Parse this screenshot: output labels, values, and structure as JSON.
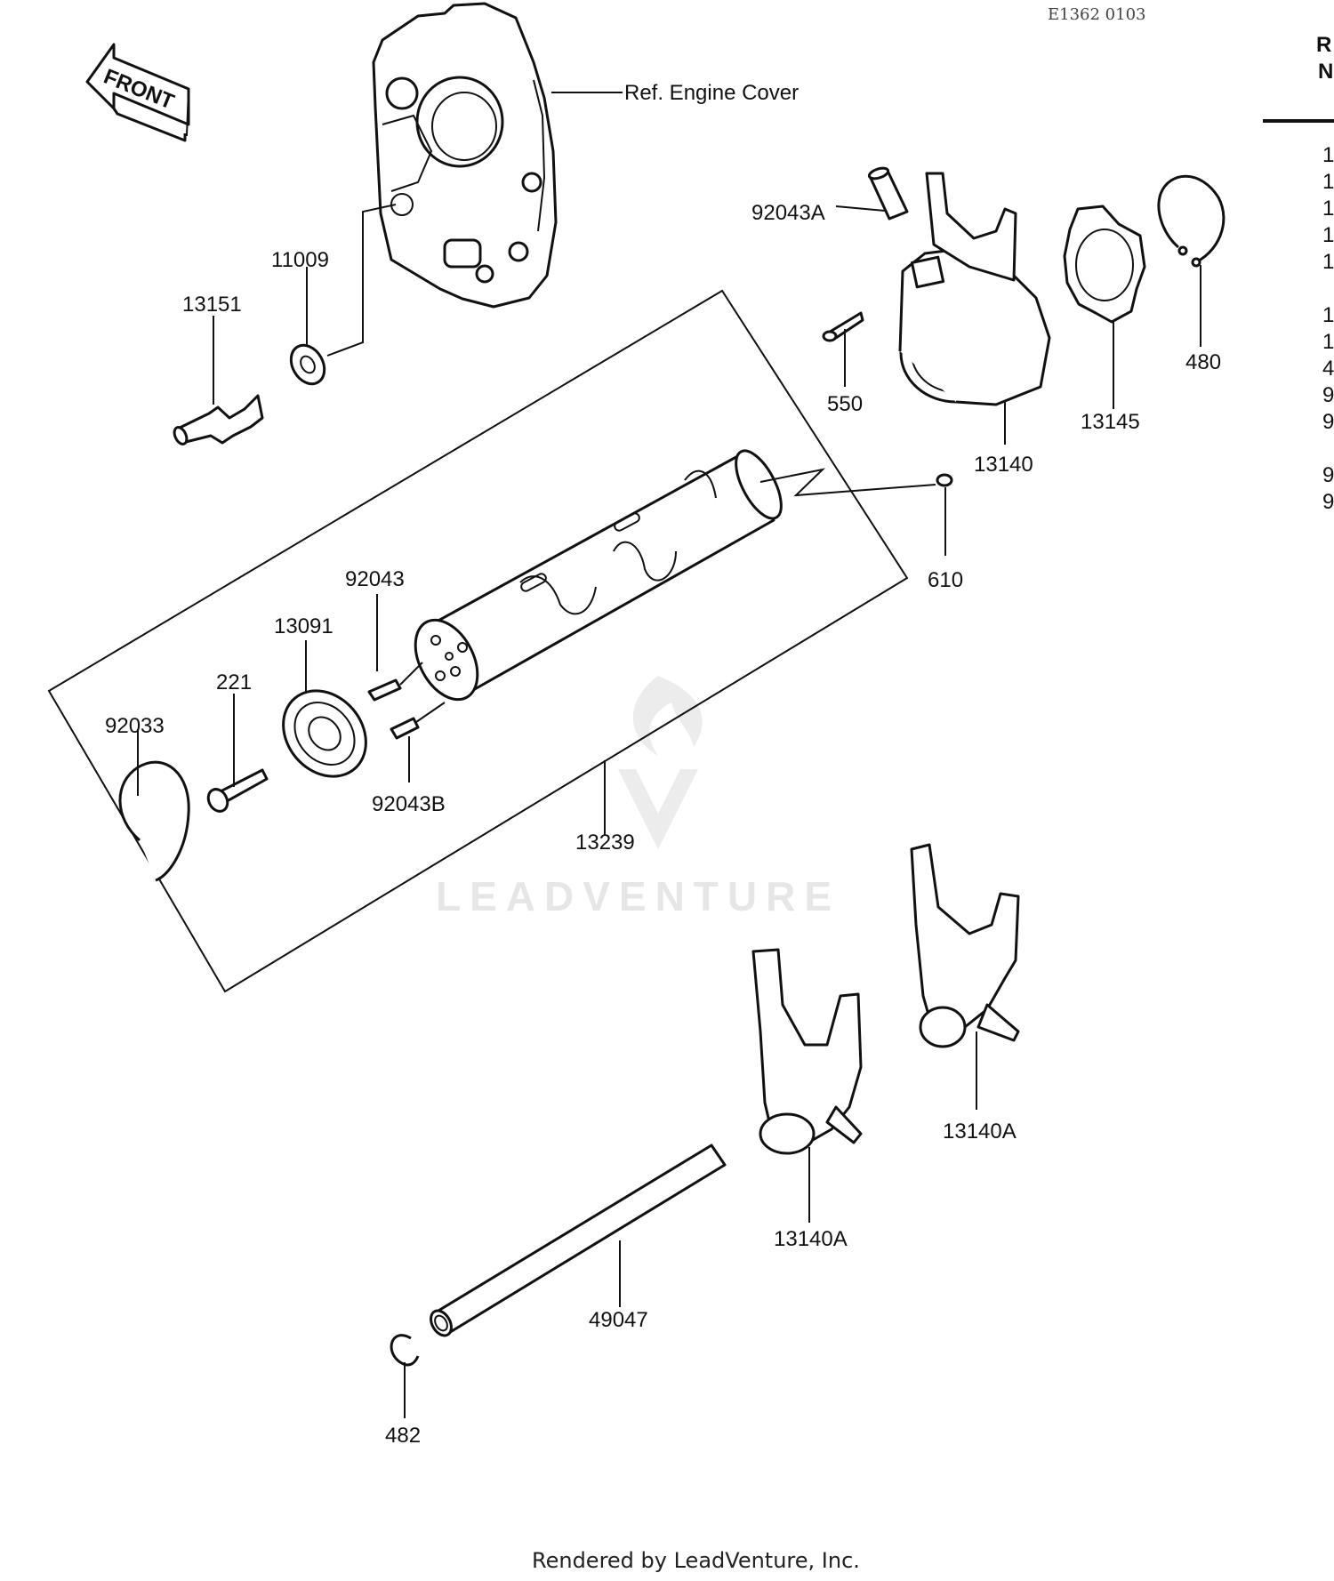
{
  "diagram_ref": "E1362 0103",
  "front_arrow": "FRONT",
  "ref_note": "Ref. Engine Cover",
  "callouts": {
    "p92043A": "92043A",
    "p11009": "11009",
    "p13151": "13151",
    "p550": "550",
    "p13140": "13140",
    "p13145": "13145",
    "p480": "480",
    "p610": "610",
    "p92043": "92043",
    "p13091": "13091",
    "p221": "221",
    "p92033": "92033",
    "p92043B": "92043B",
    "p13239": "13239",
    "p13140A_upper": "13140A",
    "p13140A_lower": "13140A",
    "p49047": "49047",
    "p482": "482"
  },
  "side_column": {
    "header_top": "R",
    "header_bottom": "N",
    "rows": [
      "1",
      "1",
      "1",
      "1",
      "1",
      "1",
      "1",
      "4",
      "9",
      "9",
      "9",
      "9"
    ]
  },
  "watermark": "LEADVENTURE",
  "footer": "Rendered by LeadVenture, Inc."
}
